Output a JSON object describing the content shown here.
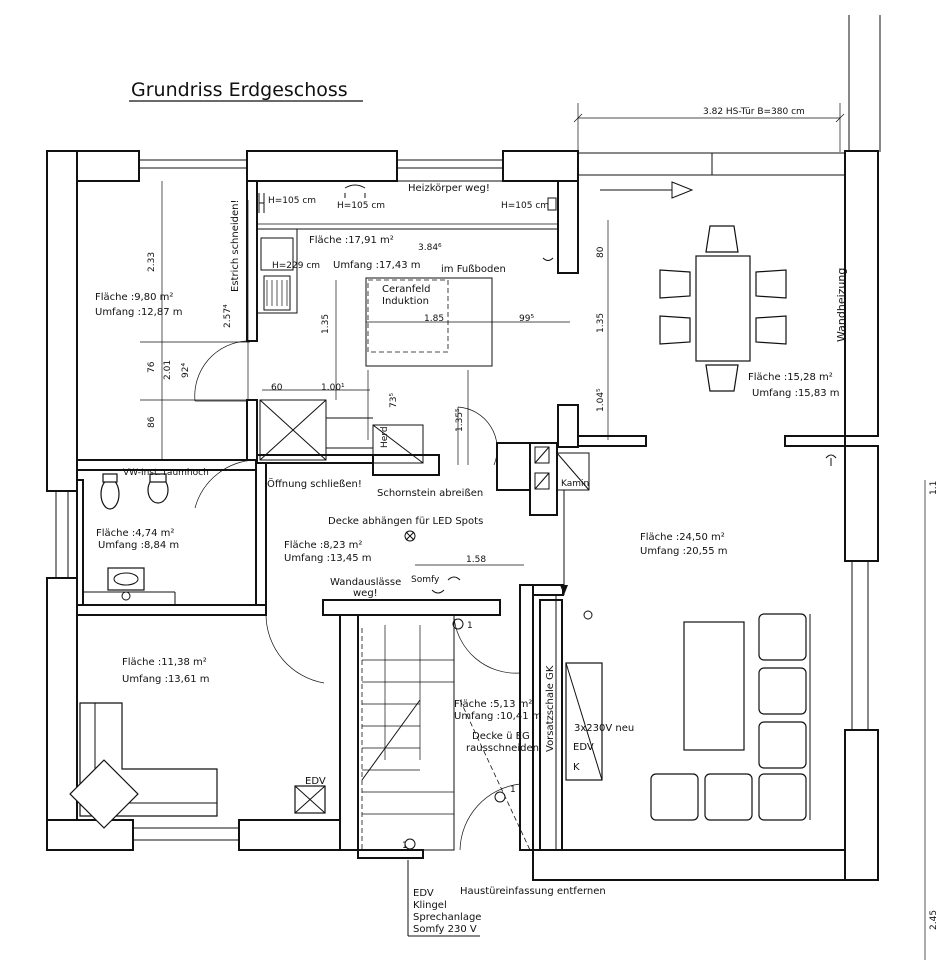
{
  "title": "Grundriss Erdgeschoss",
  "dimensions": {
    "hs_door": "3.82 HS-Tür B=380 cm",
    "heater_105_a": "H=105 cm",
    "heater_105_b": "H=105 cm",
    "heater_105_c": "H=105 cm",
    "heater_229": "H=229 cm",
    "d_384": "3.84⁶",
    "d_233": "2.33",
    "d_257": "2.57⁴",
    "d_135_kitchen": "1.35",
    "d_185": "1.85",
    "d_995": "99⁵",
    "d_80": "80",
    "d_135_dining": "1.35",
    "d_1045": "1.04⁵",
    "d_76": "76",
    "d_201": "2.01",
    "d_924": "92⁴",
    "d_86": "86",
    "d_60": "60",
    "d_1001": "1.00¹",
    "d_735": "73⁵",
    "d_1355": "1.35⁵",
    "d_158": "1.58",
    "d_245": "2.45",
    "d_right_top": "1.1"
  },
  "notes": {
    "heizkoerper": "Heizkörper weg!",
    "estrich": "Estrich schneiden!",
    "fussboden": "im Fußboden",
    "ceranfeld_1": "Ceranfeld",
    "ceranfeld_2": "Induktion",
    "wandheizung": "Wandheizung",
    "herd": "Herd",
    "kamin": "Kamin",
    "vw_inst": "VW-Inst. raumhoch",
    "oeffnung": "Öffnung schließen!",
    "schornstein": "Schornstein abreißen",
    "decke_led": "Decke abhängen für LED Spots",
    "somfy": "Somfy",
    "wandauslaesse_1": "Wandauslässe",
    "wandauslaesse_2": "weg!",
    "vorsatzschale": "Vorsatzschale GK",
    "steckdose_1": "3x230V neu",
    "steckdose_2": "EDV",
    "steckdose_3": "K",
    "decke_eg_1": "Decke ü EG",
    "decke_eg_2": "rausschneiden",
    "edv_room": "EDV",
    "haustuer": "Haustüreinfassung entfernen",
    "entry_1": "EDV",
    "entry_2": "Klingel",
    "entry_3": "Sprechanlage",
    "entry_4": "Somfy 230 V",
    "switch_1a": "1",
    "switch_1b": "1",
    "switch_1c": "1"
  },
  "rooms": {
    "room_nw": {
      "area": "Fläche  :9,80 m²",
      "perimeter": "Umfang :12,87 m"
    },
    "kitchen": {
      "area": "Fläche  :17,91 m²",
      "perimeter": "Umfang :17,43 m"
    },
    "dining": {
      "area": "Fläche  :15,28 m²",
      "perimeter": "Umfang :15,83 m"
    },
    "wc": {
      "area": "Fläche  :4,74 m²",
      "perimeter": "Umfang :8,84 m"
    },
    "hall": {
      "area": "Fläche  :8,23 m²",
      "perimeter": "Umfang :13,45 m"
    },
    "living": {
      "area": "Fläche  :24,50 m²",
      "perimeter": "Umfang :20,55 m"
    },
    "room_sw": {
      "area": "Fläche  :11,38 m²",
      "perimeter": "Umfang :13,61 m"
    },
    "stair": {
      "area": "Fläche  :5,13 m²",
      "perimeter": "Umfang :10,41 m"
    }
  }
}
